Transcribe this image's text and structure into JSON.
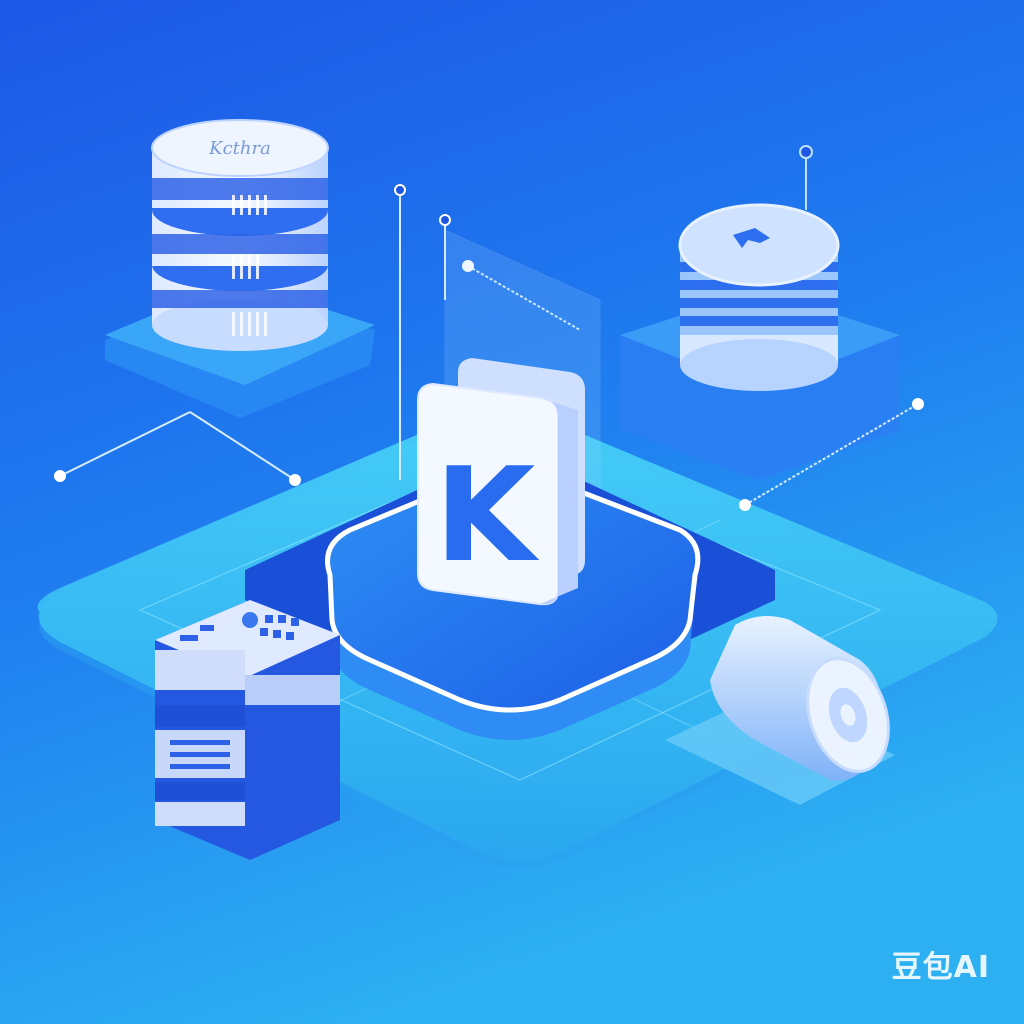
{
  "colors": {
    "bg_top": "#1a4fe0",
    "bg_bottom": "#2fa8f2",
    "platform": "#3cc8f5",
    "accent": "#1f5fe8",
    "tile_white": "#f4f8ff"
  },
  "center_tile": {
    "letter": "K"
  },
  "database_top_left": {
    "label": "Kcthra"
  },
  "watermark": {
    "text": "豆包AI"
  },
  "icons": [
    "database-stack-icon",
    "storage-disk-icon",
    "server-rack-icon",
    "cylinder-drum-icon",
    "k-logo-tile"
  ]
}
